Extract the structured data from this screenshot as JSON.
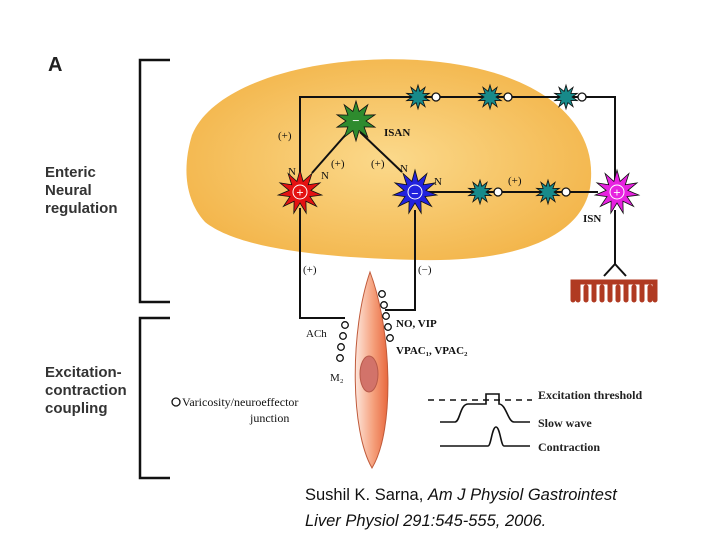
{
  "panel_label": "A",
  "sections": {
    "enteric": "Enteric\nNeural\nregulation",
    "ecc": "Excitation-\ncontraction\ncoupling"
  },
  "neurons": {
    "isan": "ISAN",
    "isn": "ISN"
  },
  "node_signs": {
    "isan": "−",
    "red": "+",
    "blue": "−",
    "isn": "+"
  },
  "labels": {
    "n_left": "N",
    "n_mid": "N",
    "n_blue_left": "N",
    "n_blue_right": "N",
    "plus_isan_left": "(+)",
    "plus_isan_mid": "(+)",
    "plus_isan_right": "(+)",
    "plus_isn": "(+)",
    "plus_red_bottom": "(+)",
    "minus_blue_bottom": "(−)",
    "ach": "ACh",
    "no_vip": "NO, VIP",
    "vpac": "VPAC₁, VPAC₂",
    "m": "M₂"
  },
  "legend": {
    "varicosity": "Varicosity/neuroeffector",
    "junction": "junction",
    "excitation_threshold": "Excitation threshold",
    "slow_wave": "Slow wave",
    "contraction": "Contraction"
  },
  "citation": {
    "author": "Sushil K. Sarna,",
    "journal": "Am J Physiol Gastrointest",
    "line2": "Liver Physiol 291:545-555, 2006."
  },
  "colors": {
    "ganglion": "#f5c25a",
    "isan": "#2e8b2e",
    "red_neuron": "#e41212",
    "blue_neuron": "#2222dd",
    "isn": "#e722e0",
    "interneuron": "#178a8a",
    "muscle": "#f07a55",
    "mucosa": "#b03a22"
  }
}
